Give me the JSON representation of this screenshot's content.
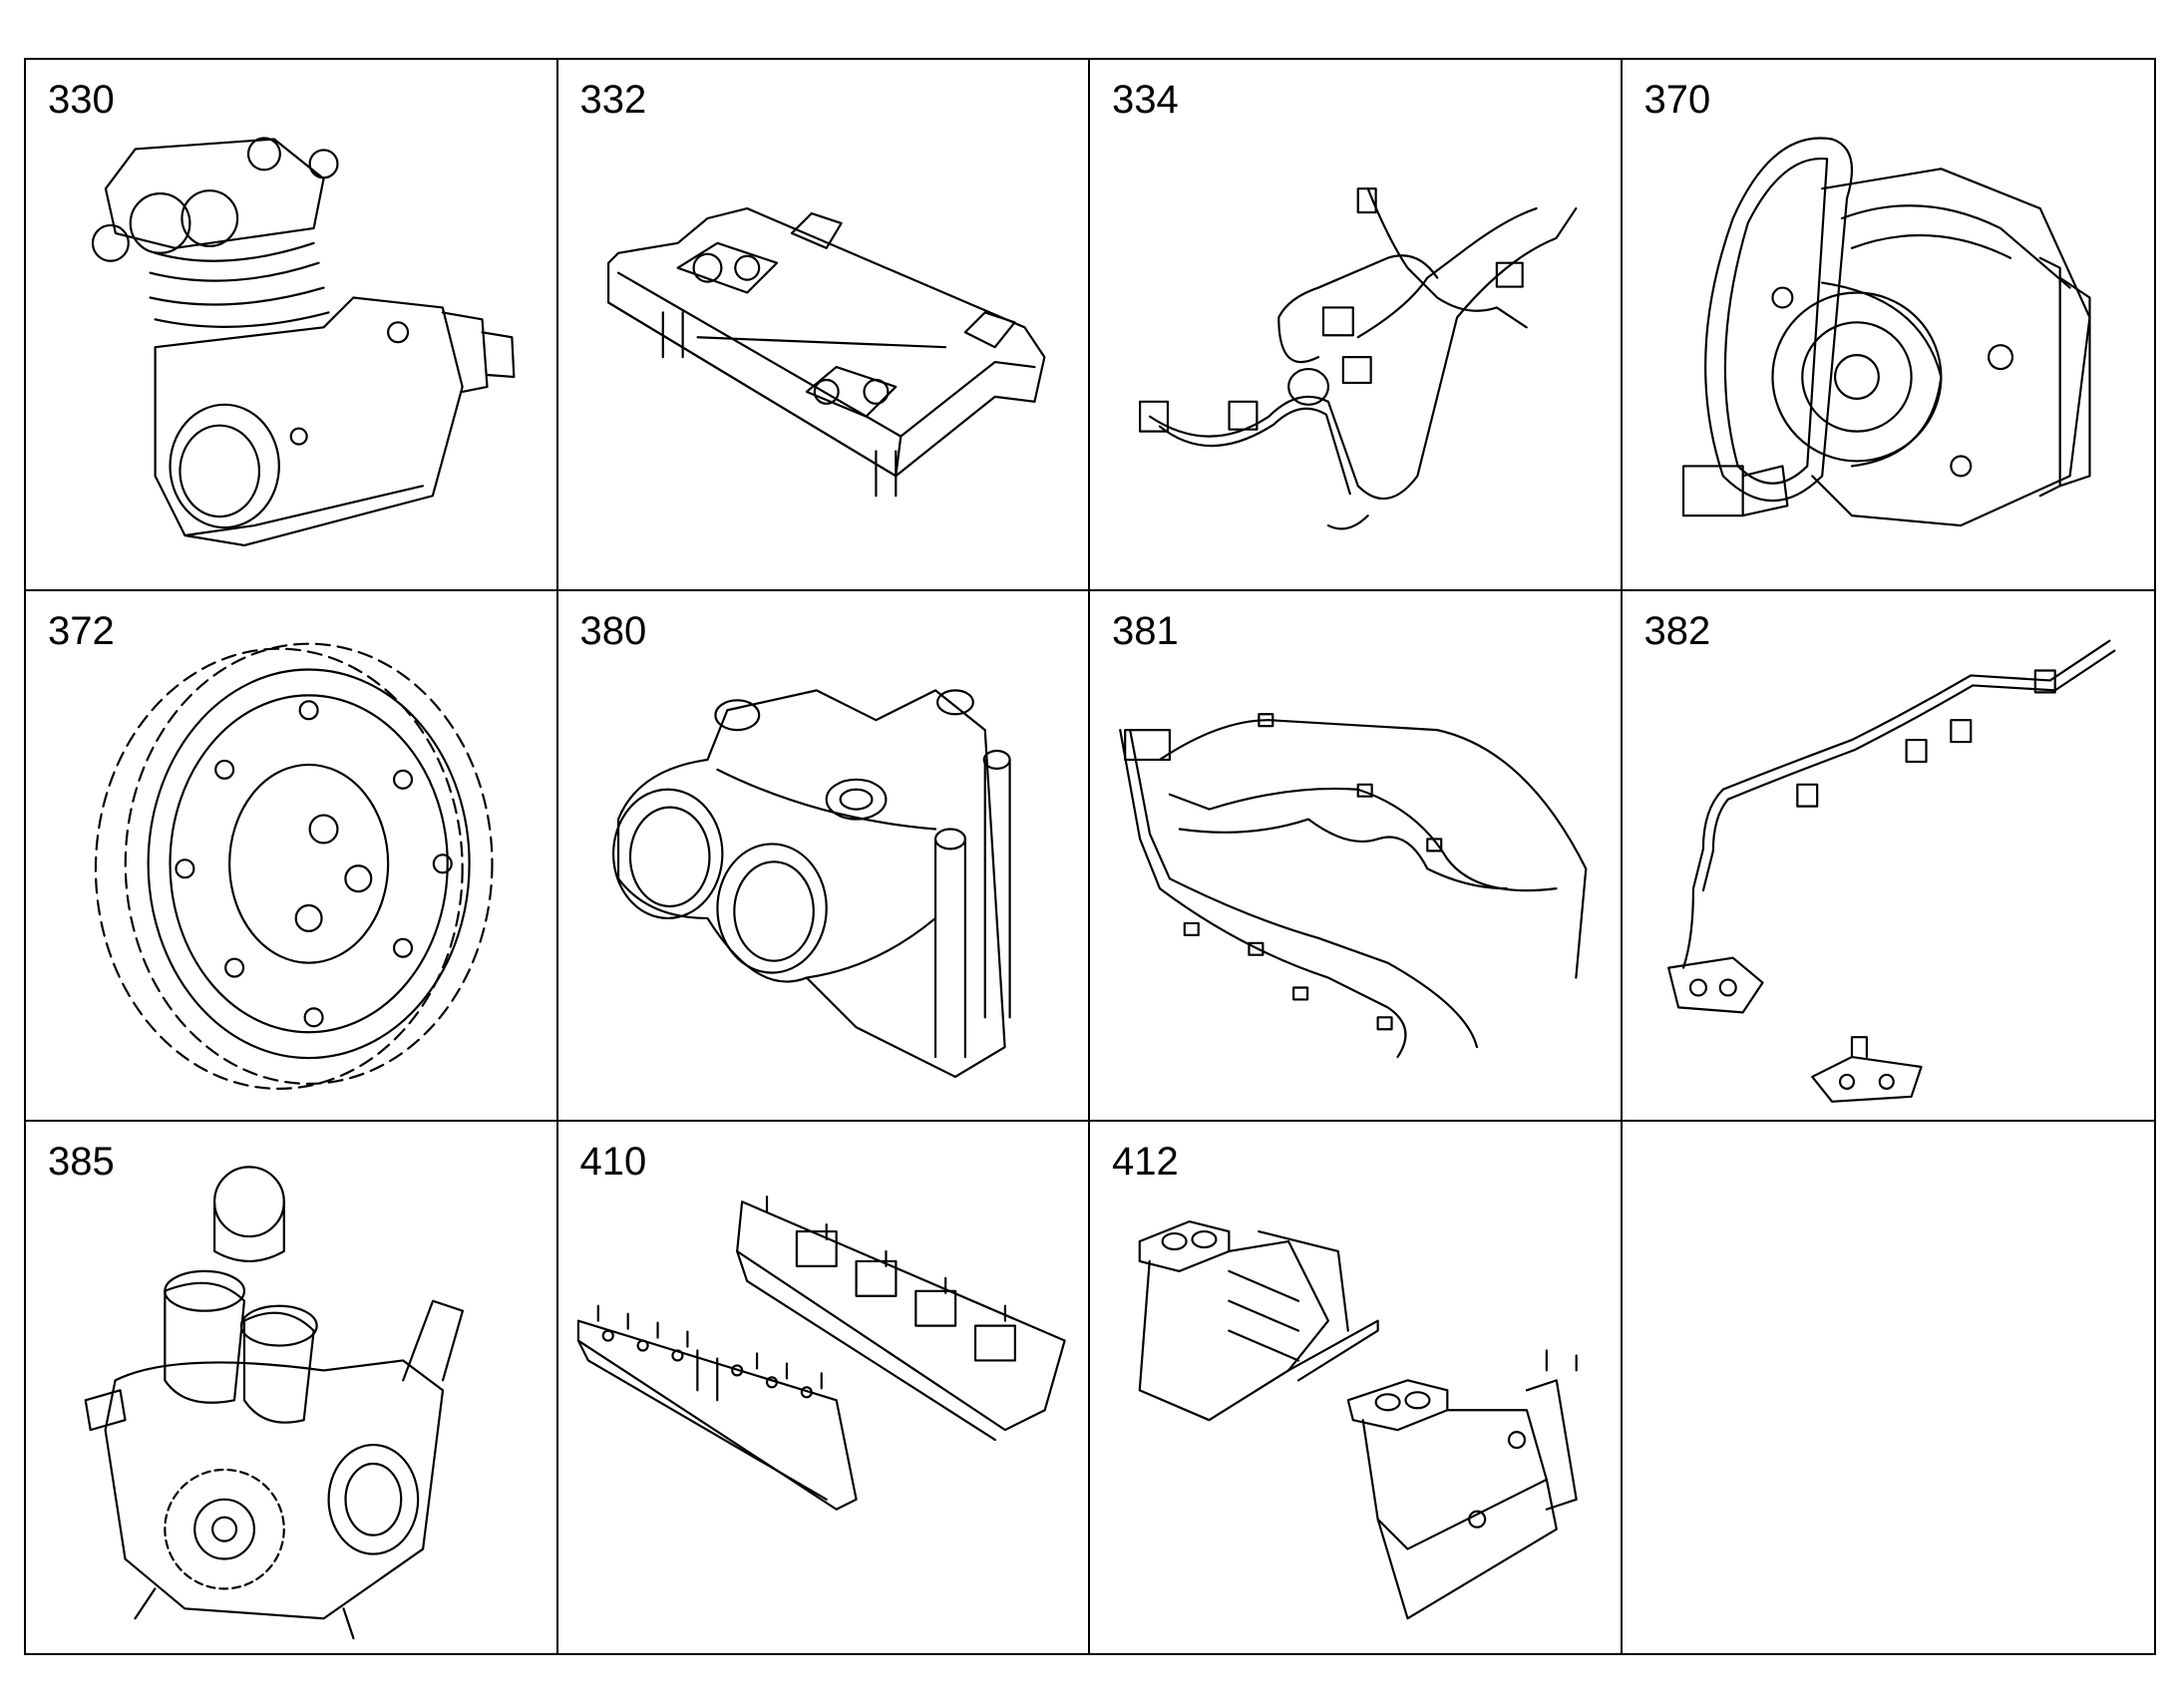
{
  "parts": [
    {
      "number": "330",
      "icon": "air-compressor-icon"
    },
    {
      "number": "332",
      "icon": "mounting-plate-icon"
    },
    {
      "number": "334",
      "icon": "wiring-harness-icon"
    },
    {
      "number": "370",
      "icon": "flywheel-housing-icon"
    },
    {
      "number": "372",
      "icon": "gear-icon"
    },
    {
      "number": "380",
      "icon": "pump-housing-icon"
    },
    {
      "number": "381",
      "icon": "injection-lines-icon"
    },
    {
      "number": "382",
      "icon": "fuel-line-icon"
    },
    {
      "number": "385",
      "icon": "pump-assembly-icon"
    },
    {
      "number": "410",
      "icon": "manifold-rails-icon"
    },
    {
      "number": "412",
      "icon": "exhaust-manifold-icon"
    },
    {
      "number": "",
      "icon": ""
    }
  ]
}
